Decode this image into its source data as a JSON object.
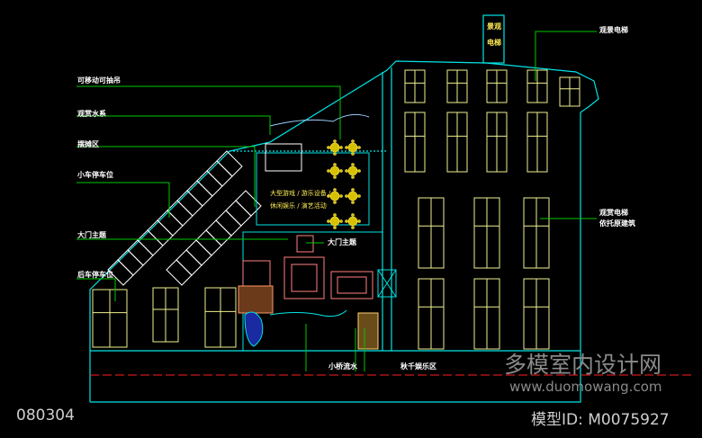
{
  "labels": {
    "l1": "可移动可抽吊",
    "l2": "观赏水系",
    "l3": "摆摊区",
    "l4": "小车停车位",
    "l5": "大门主题",
    "l6": "后车停车位",
    "l7": "观景电梯",
    "l8": "观赏电梯",
    "l9": "依托原建筑",
    "l10": "大门主题",
    "l11": "小桥流水",
    "l12": "秋千娱乐区",
    "lift1": "景观",
    "lift2": "电梯",
    "y1": "大型游戏 / 游乐设备 /",
    "y2": "休闲娱乐 / 演艺活动"
  },
  "watermark": {
    "brand": "多模室内设计网",
    "url": "www.duomowang.com"
  },
  "footer": {
    "code": "080304",
    "model_id": "模型ID: M0075927"
  },
  "colors": {
    "outline": "#00e5e5",
    "windows": "#f0f090",
    "leader": "#00c800",
    "accent": "#ff00ff",
    "axis": "#ff2020"
  }
}
